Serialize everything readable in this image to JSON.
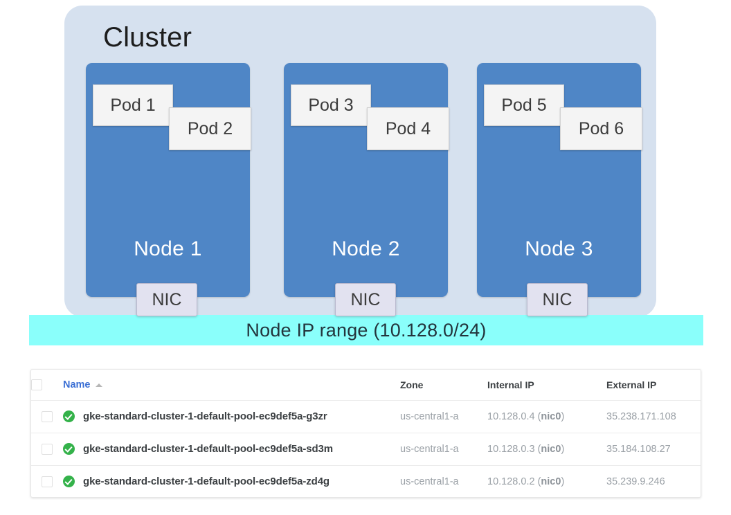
{
  "diagram": {
    "cluster_label": "Cluster",
    "nodes": [
      {
        "label": "Node 1",
        "nic_label": "NIC",
        "pods": [
          "Pod 1",
          "Pod 2"
        ]
      },
      {
        "label": "Node 2",
        "nic_label": "NIC",
        "pods": [
          "Pod 3",
          "Pod 4"
        ]
      },
      {
        "label": "Node 3",
        "nic_label": "NIC",
        "pods": [
          "Pod 5",
          "Pod 6"
        ]
      }
    ],
    "ip_range_banner": "Node IP range (10.128.0/24)",
    "colors": {
      "cluster_bg": "#d6e1ef",
      "node_bg": "#4f86c6",
      "pod_bg": "#f4f4f4",
      "nic_bg": "#e2e2f0",
      "ip_range_bg": "#8afffb",
      "node_label_text": "#ffffff"
    }
  },
  "table": {
    "columns": {
      "select_all": "",
      "name": "Name",
      "zone": "Zone",
      "internal_ip": "Internal IP",
      "external_ip": "External IP"
    },
    "sort": {
      "column": "Name",
      "direction": "ascending",
      "icon": "caret-up-icon"
    },
    "rows": [
      {
        "status": "ok",
        "name": "gke-standard-cluster-1-default-pool-ec9def5a-g3zr",
        "zone": "us-central1-a",
        "internal_ip": "10.128.0.4",
        "internal_ip_nic": "nic0",
        "external_ip": "35.238.171.108"
      },
      {
        "status": "ok",
        "name": "gke-standard-cluster-1-default-pool-ec9def5a-sd3m",
        "zone": "us-central1-a",
        "internal_ip": "10.128.0.3",
        "internal_ip_nic": "nic0",
        "external_ip": "35.184.108.27"
      },
      {
        "status": "ok",
        "name": "gke-standard-cluster-1-default-pool-ec9def5a-zd4g",
        "zone": "us-central1-a",
        "internal_ip": "10.128.0.2",
        "internal_ip_nic": "nic0",
        "external_ip": "35.239.9.246"
      }
    ],
    "colors": {
      "header_link": "#3b6fd4",
      "status_ok": "#34b24a",
      "name_text": "#3c4043",
      "muted_text": "#9aa0a6"
    }
  }
}
